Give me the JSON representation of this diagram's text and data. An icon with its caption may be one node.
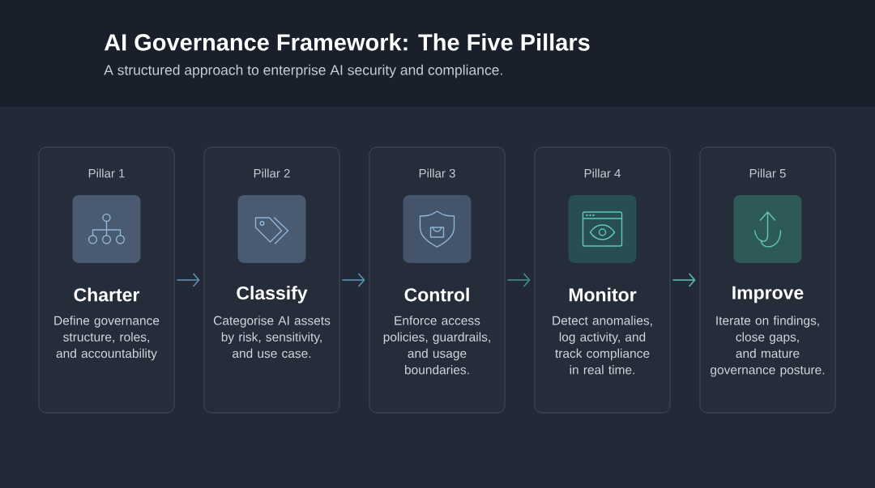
{
  "diagram": {
    "title": "AI Governance Framework: The Five Pillars",
    "caption": "A structured approach to enterprise AI security and compliance.",
    "nodes": [
      {
        "text": [
          "Pillar 1",
          "Charter",
          "Define governance structure, roles, and accountability"
        ]
      },
      {
        "text": [
          "Pillar 2",
          "Classify",
          "Categorise AI assets by risk, sensitivity, and use case."
        ]
      },
      {
        "text": [
          "Pillar 3",
          "Control",
          "Enforce access policies, guardrails, and usage boundaries."
        ]
      },
      {
        "text": [
          "Pillar 4",
          "Monitor",
          "Detect anomalies, log activity, and track compliance in real time."
        ]
      },
      {
        "text": [
          "Pillar 5",
          "Improve",
          "Iterate on findings, close gaps, and mature governance posture."
        ]
      }
    ],
    "edges": [
      {
        "from": 0,
        "to": 1,
        "arrow": "to",
        "color": "#5f8fb2"
      },
      {
        "from": 1,
        "to": 2,
        "arrow": "to",
        "color": "#5a96b4"
      },
      {
        "from": 2,
        "to": 3,
        "arrow": "to",
        "color": "#3f8f8a"
      },
      {
        "from": 3,
        "to": 4,
        "arrow": "to",
        "color": "#56c0ac"
      }
    ]
  }
}
